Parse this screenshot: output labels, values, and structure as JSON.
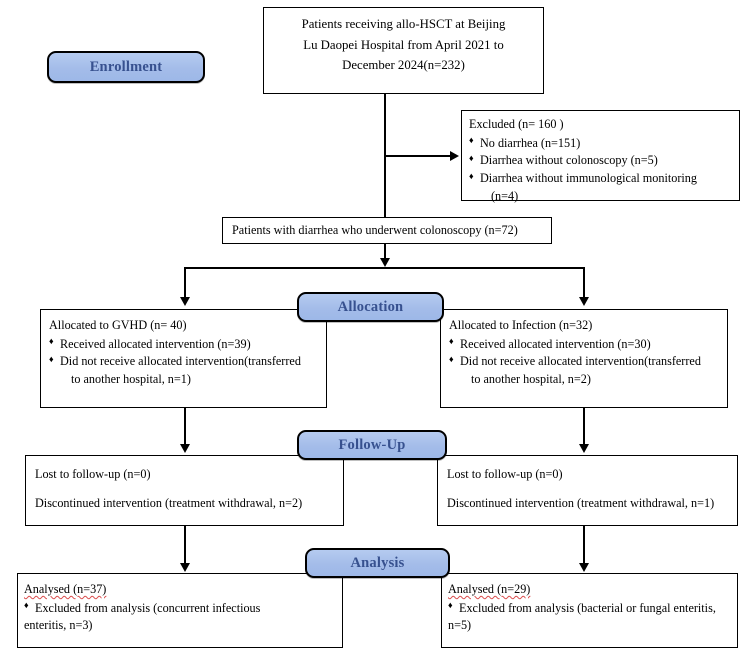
{
  "diagram": {
    "title": "CONSORT participant flow diagram",
    "accent_pill_fill": "#a9c2ec",
    "accent_pill_text": "#37518f",
    "line_color": "#000000",
    "background": "#ffffff"
  },
  "stages": {
    "enrollment": "Enrollment",
    "allocation": "Allocation",
    "followup": "Follow-Up",
    "analysis": "Analysis"
  },
  "nodes": {
    "enrolled": {
      "line1": "Patients receiving allo-HSCT at Beijing",
      "line2": "Lu Daopei Hospital from April 2021 to",
      "line3": "December 2024(n=232)"
    },
    "excluded": {
      "header": "Excluded  (n= 160 )",
      "items": [
        "No diarrhea (n=151)",
        "Diarrhea without colonoscopy (n=5)",
        "Diarrhea without immunological monitoring",
        "(n=4)"
      ]
    },
    "colonoscopy": {
      "text": "Patients with diarrhea who underwent colonoscopy (n=72)"
    },
    "alloc_gvhd": {
      "header": "Allocated to GVHD (n= 40)",
      "items": [
        "Received allocated intervention (n=39)",
        "Did not receive allocated intervention(transferred",
        "to another hospital, n=1)"
      ]
    },
    "alloc_infection": {
      "header": "Allocated to Infection (n=32)",
      "items": [
        "Received allocated intervention (n=30)",
        "Did not receive allocated intervention(transferred",
        "to another hospital, n=2)"
      ]
    },
    "followup_left": {
      "line1": "Lost to follow-up (n=0)",
      "line2": "Discontinued intervention (treatment withdrawal, n=2)"
    },
    "followup_right": {
      "line1": "Lost to follow-up (n=0)",
      "line2": "Discontinued intervention (treatment withdrawal, n=1)"
    },
    "analysis_left": {
      "header": "Analysed  (n=37)",
      "items": [
        "Excluded from analysis (concurrent infectious",
        "enteritis, n=3)"
      ]
    },
    "analysis_right": {
      "header": "Analysed  (n=29)",
      "items": [
        "Excluded from analysis (bacterial or fungal enteritis,",
        "n=5)"
      ]
    }
  }
}
